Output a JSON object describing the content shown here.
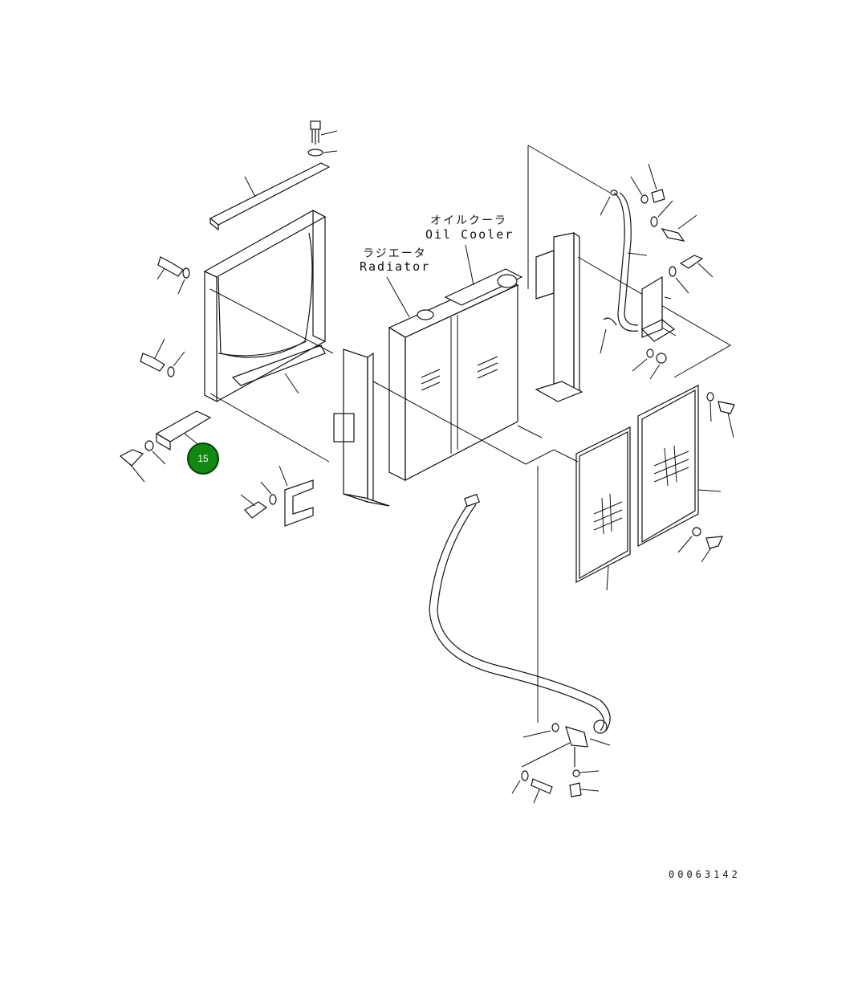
{
  "labels": {
    "oil_cooler_jp": "オイルクーラ",
    "oil_cooler_en": "Oil Cooler",
    "radiator_jp": "ラジエータ",
    "radiator_en": "Radiator"
  },
  "drawing_number": "00063142",
  "callouts": [
    {
      "number": "15",
      "color": "#118811"
    }
  ],
  "colors": {
    "line": "#111111",
    "background": "#ffffff",
    "callout_fill": "#118811"
  }
}
